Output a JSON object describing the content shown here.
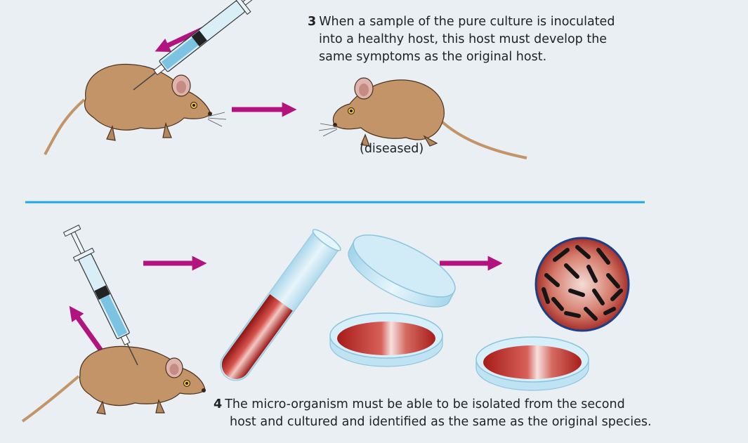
{
  "step3": {
    "number": "3",
    "line1": "When a sample of the pure culture is inoculated",
    "line2": "into a healthy host, this host must develop the",
    "line3": "same symptoms as the original host."
  },
  "diseased_label": "(diseased)",
  "step4": {
    "number": "4",
    "line1": "The micro-organism must be able to be isolated from the second",
    "line2": "host and cultured and identified as the same as the original species."
  },
  "colors": {
    "background": "#e9eff3",
    "arrow": "#b3137f",
    "divider": "#1fa8e0",
    "mouse_body": "#c39467",
    "culture": "#b5201f",
    "glass": "#bfe3f2"
  }
}
